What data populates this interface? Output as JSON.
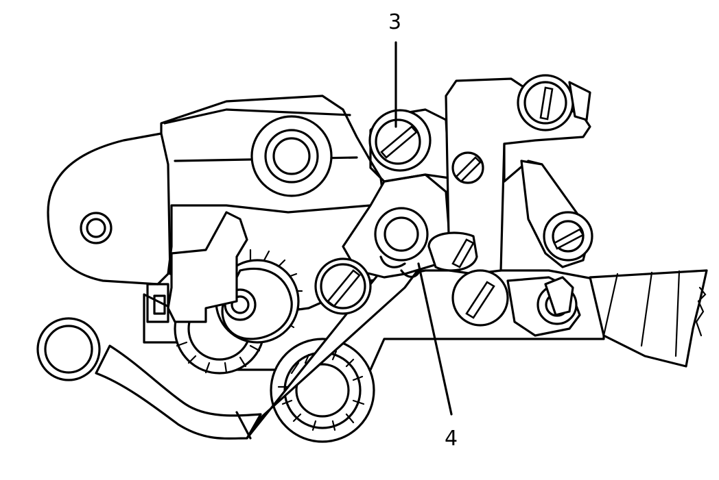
{
  "callouts": [
    {
      "id": "3",
      "text": "3"
    },
    {
      "id": "4",
      "text": "4"
    }
  ],
  "colors": {
    "ink": "#000000",
    "paper": "#ffffff"
  }
}
